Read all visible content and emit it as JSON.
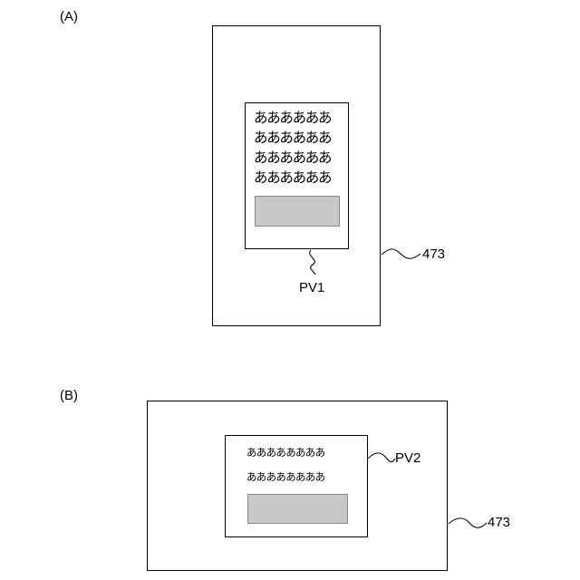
{
  "figure_a": {
    "label": "(A)",
    "device_ref": "473",
    "preview": {
      "ref": "PV1",
      "lines": [
        "ああああああ",
        "ああああああ",
        "ああああああ",
        "ああああああ"
      ]
    }
  },
  "figure_b": {
    "label": "(B)",
    "device_ref": "473",
    "preview": {
      "ref": "PV2",
      "lines": [
        "ああああああああ",
        "ああああああああ"
      ]
    }
  },
  "colors": {
    "line": "#000000",
    "bar_fill": "#c8c8c8",
    "bar_border": "#8a8a8a"
  }
}
